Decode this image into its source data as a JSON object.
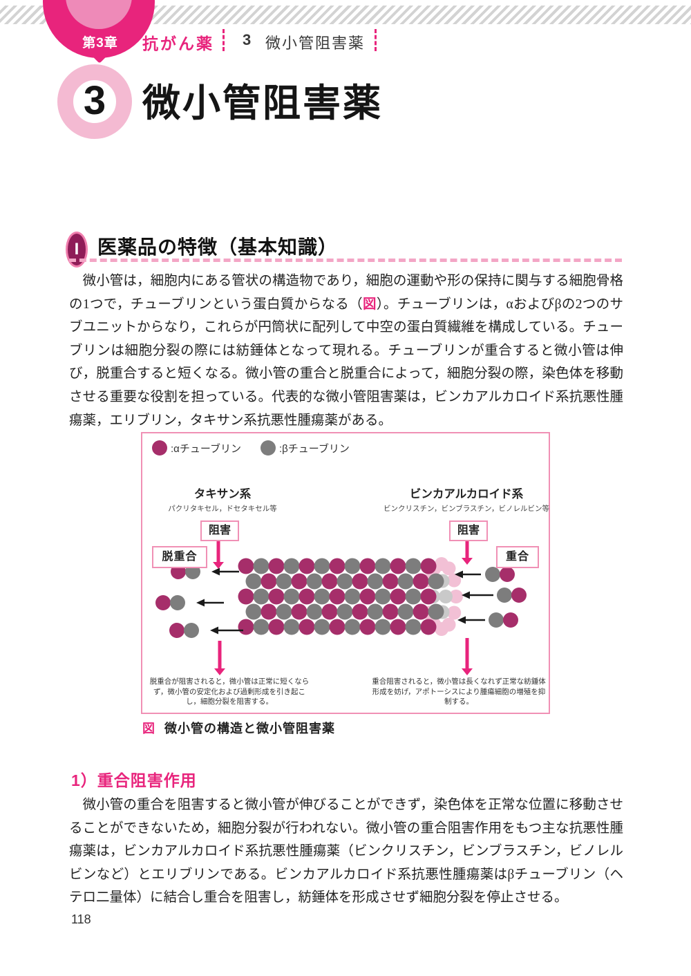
{
  "colors": {
    "accent": "#e8247c",
    "accent_light": "#ee8ab8",
    "donut": "#f4bad2",
    "figure_border": "#f090b5",
    "arrow_black": "#1a1a1a"
  },
  "header": {
    "chapter_badge": "第3章",
    "chapter_title": "抗がん薬",
    "section_number": "3",
    "section_title": "微小管阻害薬"
  },
  "title": {
    "number": "3",
    "text": "微小管阻害薬"
  },
  "section1": {
    "badge": "I",
    "heading": "医薬品の特徴（基本知識）",
    "paragraph": {
      "before_fig": "　微小管は，細胞内にある管状の構造物であり，細胞の運動や形の保持に関与する細胞骨格の1つで，チューブリンという蛋白質からなる（",
      "fig_ref": "図",
      "after_fig": "）。チューブリンは，αおよびβの2つのサブユニットからなり，これらが円筒状に配列して中空の蛋白質繊維を構成している。チューブリンは細胞分裂の際には紡錘体となって現れる。チューブリンが重合すると微小管は伸び，脱重合すると短くなる。微小管の重合と脱重合によって，細胞分裂の際，染色体を移動させる重要な役割を担っている。代表的な微小管阻害薬は，ビンカアルカロイド系抗悪性腫瘍薬，エリブリン，タキサン系抗悪性腫瘍薬がある。"
    }
  },
  "figure": {
    "legend": {
      "alpha": {
        "label": ":αチューブリン",
        "color": "#a62e6a"
      },
      "beta": {
        "label": ":βチューブリン",
        "color": "#7d7d7d"
      }
    },
    "taxane": {
      "name": "タキサン系",
      "drugs": "パクリタキセル，ドセタキセル等",
      "inhibit_label": "阻害",
      "process_label": "脱重合",
      "note": "脱重合が阻害されると，微小管は正常に短くならず，微小管の安定化および過剰形成を引き起こし，細胞分裂を阻害する。"
    },
    "vinca": {
      "name": "ビンカアルカロイド系",
      "drugs": "ビンクリスチン，ビンブラスチン，ビノレルビン等",
      "inhibit_label": "阻害",
      "process_label": "重合",
      "note": "重合阻害されると，微小管は長くなれず正常な紡錘体形成を妨げ，アポトーシスにより腫瘍細胞の増殖を抑制する。"
    },
    "tubulin_colors": {
      "alpha": "#a62e6a",
      "beta": "#7d7d7d",
      "alpha_faded": "#f2c0d5",
      "beta_faded": "#c9c9c9"
    },
    "caption": {
      "label": "図",
      "text": "微小管の構造と微小管阻害薬"
    }
  },
  "section2": {
    "heading": "1）重合阻害作用",
    "paragraph": "　微小管の重合を阻害すると微小管が伸びることができず，染色体を正常な位置に移動させることができないため，細胞分裂が行われない。微小管の重合阻害作用をもつ主な抗悪性腫瘍薬は，ビンカアルカロイド系抗悪性腫瘍薬（ビンクリスチン，ビンブラスチン，ビノレルビンなど）とエリブリンである。ビンカアルカロイド系抗悪性腫瘍薬はβチューブリン（ヘテロ二量体）に結合し重合を阻害し，紡錘体を形成させず細胞分裂を停止させる。"
  },
  "page_number": "118"
}
